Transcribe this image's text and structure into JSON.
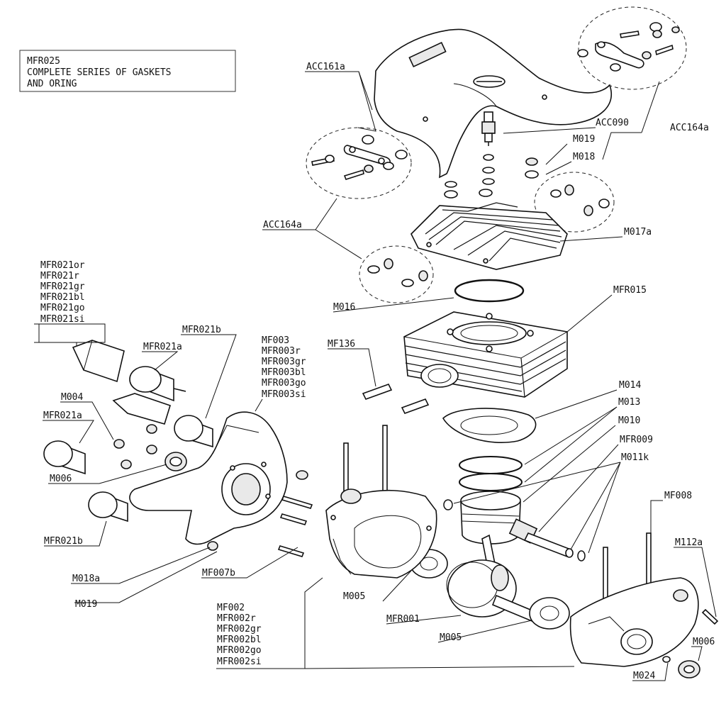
{
  "note_box": {
    "lines": [
      "MFR025",
      "COMPLETE SERIES OF GASKETS",
      "AND ORING"
    ]
  },
  "labels": {
    "acc161a": "ACC161a",
    "acc164a_top": "ACC164a",
    "acc164a_left": "ACC164a",
    "acc090": "ACC090",
    "m019_top": "M019",
    "m018_top": "M018",
    "m017a": "M017a",
    "m016": "M016",
    "mfr015": "MFR015",
    "mf136": "MF136",
    "m014": "M014",
    "m013": "M013",
    "m010": "M010",
    "mfr009": "MFR009",
    "m011k": "M011k",
    "mf008": "MF008",
    "m112a": "M112a",
    "m006_right": "M006",
    "m024": "M024",
    "m005_a": "M005",
    "m005_b": "M005",
    "mfr001": "MFR001",
    "mfr021b_top": "MFR021b",
    "mfr021a_top": "MFR021a",
    "mfr021a_left": "MFR021a",
    "mfr021b_bottom": "MFR021b",
    "m004": "M004",
    "m006_left": "M006",
    "m018a": "M018a",
    "m019_bottom": "M019",
    "mf007b": "MF007b"
  },
  "label_groups": {
    "mfr021_variants": [
      "MFR021or",
      "MFR021r",
      "MFR021gr",
      "MFR021bl",
      "MFR021go",
      "MFR021si"
    ],
    "mf003_variants": [
      "MF003",
      "MFR003r",
      "MFR003gr",
      "MFR003bl",
      "MFR003go",
      "MFR003si"
    ],
    "mf002_variants": [
      "MF002",
      "MFR002r",
      "MFR002gr",
      "MFR002bl",
      "MFR002go",
      "MFR002si"
    ]
  }
}
